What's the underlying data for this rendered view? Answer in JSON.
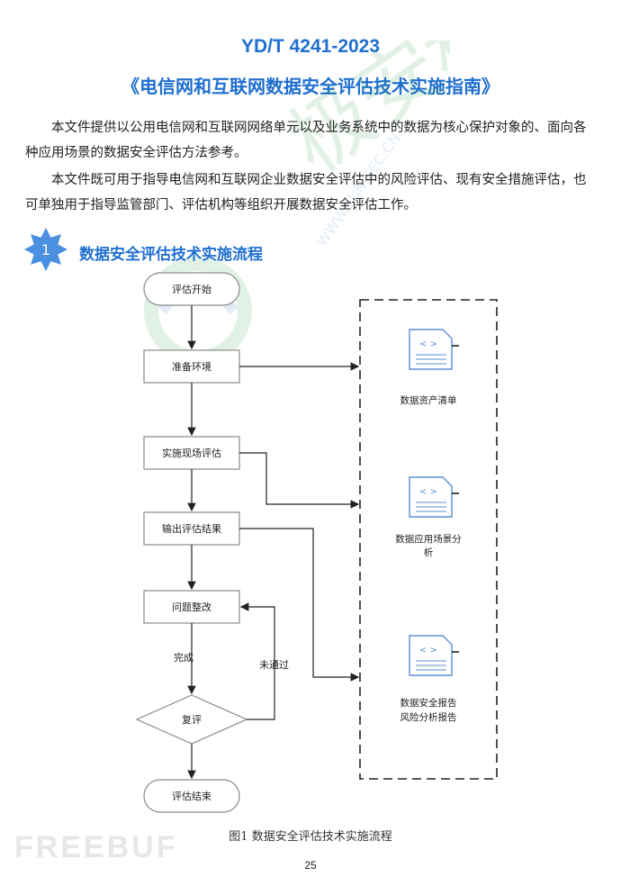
{
  "header": {
    "standard_code": "YD/T 4241-2023",
    "standard_name": "《电信网和互联网数据安全评估技术实施指南》"
  },
  "body": {
    "paragraph_1": "本文件提供以公用电信网和互联网网络单元以及业务系统中的数据为核心保护对象的、面向各种应用场景的数据安全评估方法参考。",
    "paragraph_2": "本文件既可用于指导电信网和互联网企业数据安全评估中的风险评估、现有安全措施评估，也可单独用于指导监管部门、评估机构等组织开展数据安全评估工作。"
  },
  "section": {
    "number": "1",
    "title": "数据安全评估技术实施流程"
  },
  "flowchart": {
    "steps": {
      "start": "评估开始",
      "prepare": "准备环境",
      "onsite": "实施现场评估",
      "output": "输出评估结果",
      "rectify": "问题整改",
      "review": "复评",
      "end": "评估结束"
    },
    "edge_labels": {
      "done": "完成",
      "not_passed": "未通过"
    },
    "documents": {
      "asset_list": "数据资产清单",
      "scenario_line1": "数据应用场景分",
      "scenario_line2": "析",
      "report_line1": "数据安全报告",
      "report_line2": "风险分析报告"
    },
    "doc_icon_glyph": "< >",
    "caption": "图1  数据安全评估技术实施流程"
  },
  "watermark": {
    "text": "极安科技",
    "url_text": "WWW.SUN.SEC.CN"
  },
  "footer": {
    "brand": "FREEBUF",
    "page_number": "25"
  },
  "colors": {
    "accent_blue": "#1f6fd0",
    "badge_blue": "#4a8fe0",
    "doc_blue": "#5b8fd6",
    "flow_stroke": "#8a8a8a",
    "brand_gray": "#e7e7e7"
  }
}
